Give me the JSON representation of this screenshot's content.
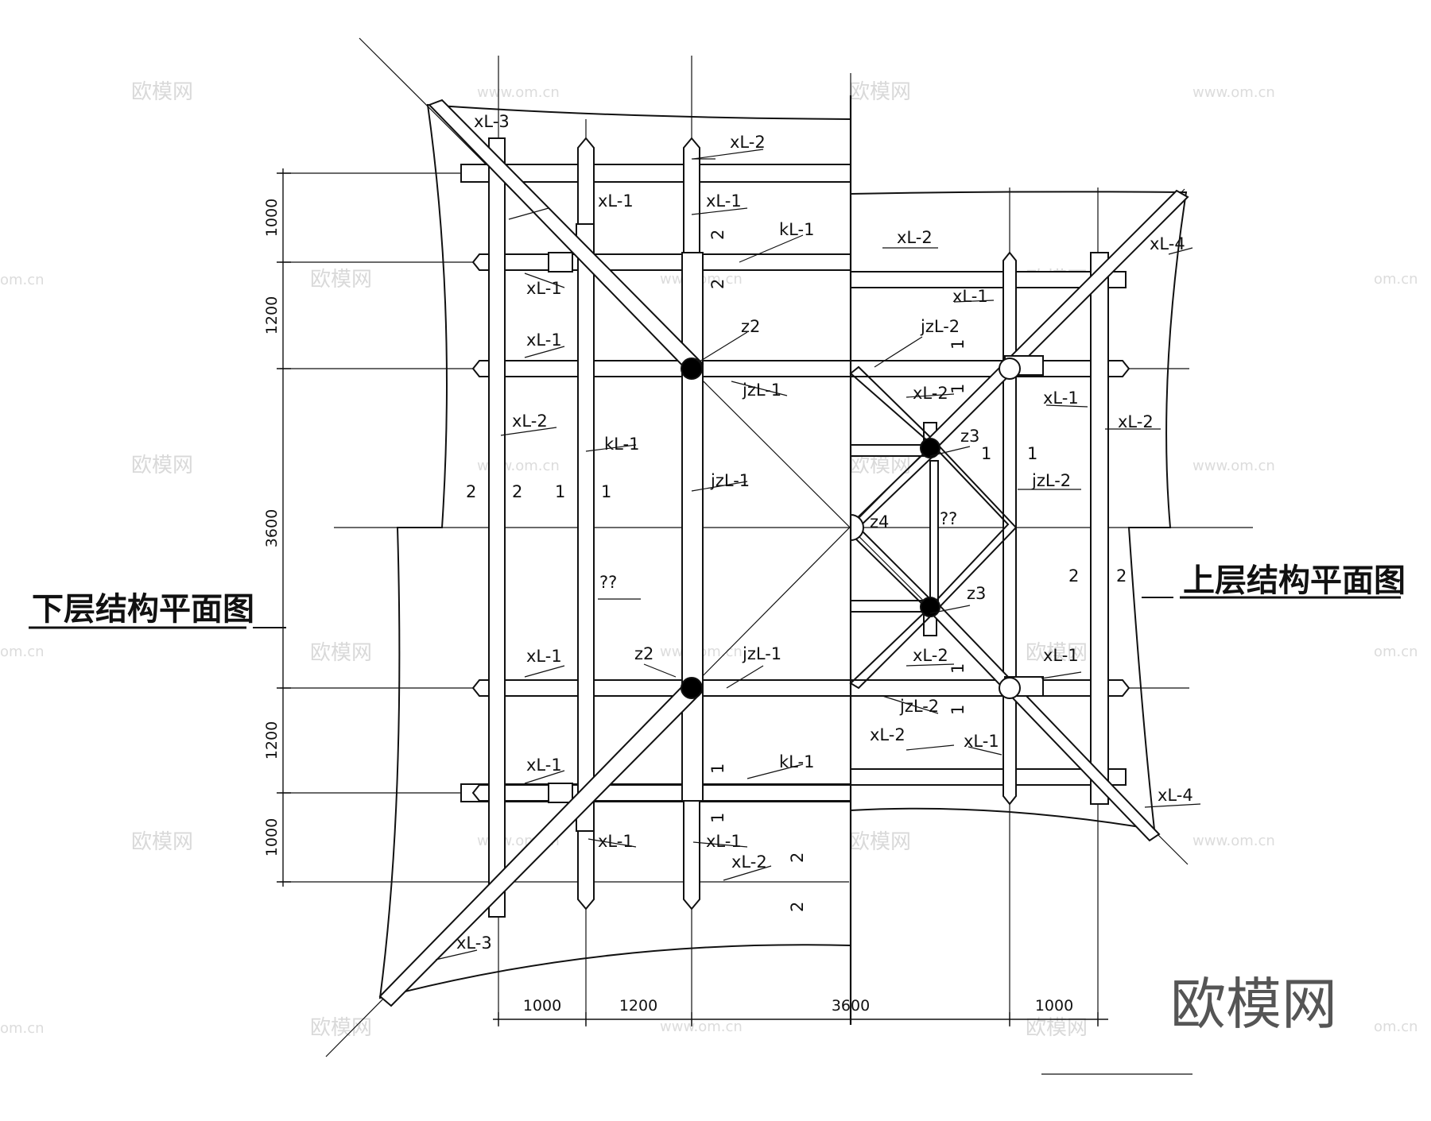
{
  "titles": {
    "lower": "下层结构平面图",
    "upper": "上层结构平面图"
  },
  "brand": "欧模网",
  "watermarks": {
    "cn": "欧模网",
    "url": "www.om.cn",
    "url_short": "om.cn"
  },
  "dimensions": {
    "left": [
      "1000",
      "1200",
      "3600",
      "1200",
      "1000"
    ],
    "bottom": [
      "1000",
      "1200",
      "3600",
      "1000"
    ]
  },
  "labels": {
    "xl3_top": "xL-3",
    "xl2_top": "xL-2",
    "xl1_a": "xL-1",
    "xl1_b": "xL-1",
    "kl1_top": "kL-1",
    "xl1_c": "xL-1",
    "xl1_d": "xL-1",
    "z2_top": "z2",
    "jzl1_top": "jzL-1",
    "xl2_left": "xL-2",
    "kl1_mid": "kL-1",
    "jzl1_mid": "jzL-1",
    "qq_left": "??",
    "xl1_e": "xL-1",
    "z2_bot": "z2",
    "jzl1_bot": "jzL-1",
    "xl1_f": "xL-1",
    "kl1_bot": "kL-1",
    "xl1_g": "xL-1",
    "xl1_h": "xL-1",
    "xl2_bot": "xL-2",
    "xl3_bot": "xL-3",
    "xl2_r1": "xL-2",
    "xl4_top": "xL-4",
    "xl1_r1": "xL-1",
    "jzl2_top": "jzL-2",
    "xl2_r2": "xL-2",
    "xl1_r2": "xL-1",
    "z3_top": "z3",
    "xl2_r3": "xL-2",
    "jzl2_mid": "jzL-2",
    "z4": "z4",
    "qq_right": "??",
    "z3_bot": "z3",
    "xl2_r4": "xL-2",
    "xl1_r3": "xL-1",
    "jzl2_bot": "jzL-2",
    "xl2_r5": "xL-2",
    "xl1_r4": "xL-1",
    "xl4_bot": "xL-4"
  },
  "section_marks": {
    "s2_a": "2",
    "s2_b": "2",
    "s1_a": "1",
    "s1_b": "1",
    "s2_c": "2",
    "s2_d": "2",
    "s2_e": "2",
    "s2_f": "2",
    "s1_c": "1",
    "s1_d": "1",
    "s1_e": "1",
    "s1_f": "1",
    "s2_g": "2",
    "s2_h": "2",
    "s1_g": "1",
    "s1_h": "1",
    "s1_i": "1",
    "s1_j": "1"
  }
}
